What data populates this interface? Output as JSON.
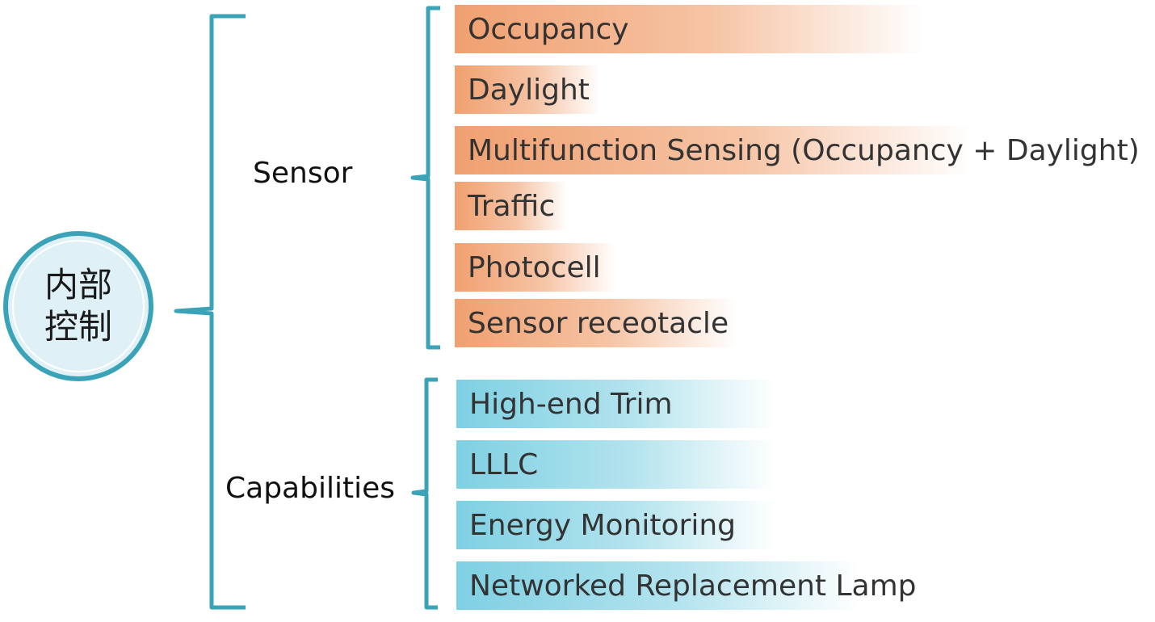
{
  "root": {
    "label": "内部控制",
    "accent_color": "#3aa3b8",
    "fill_color": "#dff1f6"
  },
  "branches": [
    {
      "label": "Sensor",
      "color": "#f0a070",
      "items": [
        "Occupancy",
        "Daylight",
        "Multifunction Sensing (Occupancy + Daylight)",
        "Traffic",
        "Photocell",
        "Sensor receotacle"
      ]
    },
    {
      "label": "Capabilities",
      "color": "#7ed0e3",
      "items": [
        "High-end Trim",
        "LLLC",
        "Energy Monitoring",
        "Networked Replacement Lamp"
      ]
    }
  ]
}
